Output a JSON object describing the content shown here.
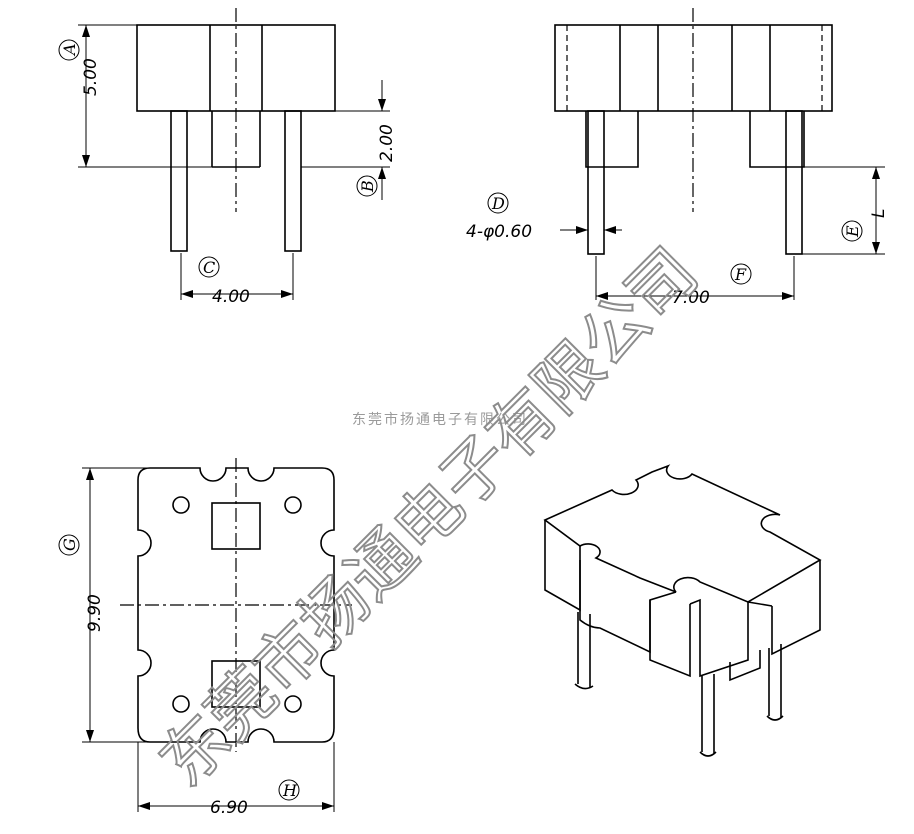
{
  "dimensions": {
    "a_value": "5.00",
    "b_value": "2.00",
    "c_value": "4.00",
    "d_value": "4-φ0.60",
    "e_value": "L",
    "f_value": "7.00",
    "g_value": "9.90",
    "h_value": "6.90"
  },
  "callouts": {
    "a": "A",
    "b": "B",
    "c": "C",
    "d": "D",
    "e": "E",
    "f": "F",
    "g": "G",
    "h": "H"
  },
  "watermark": {
    "small": "东莞市扬通电子有限公司",
    "large": "东莞市扬通电子有限公司"
  }
}
